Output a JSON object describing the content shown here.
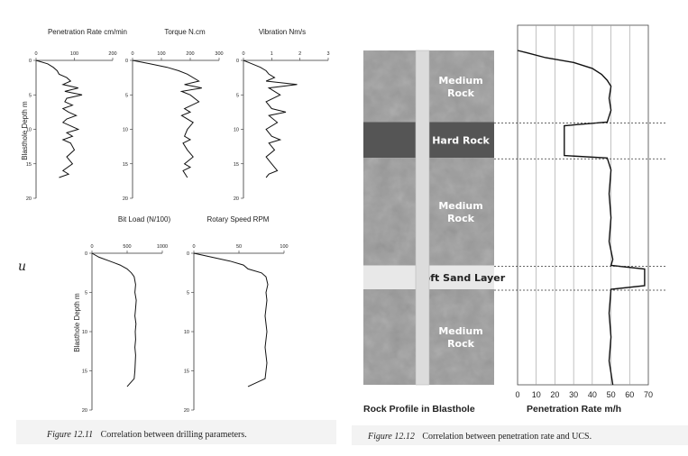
{
  "figure_1211": {
    "caption_label": "Figure 12.11",
    "caption_text": "Correlation between drilling parameters.",
    "ylabel": "Blasthole Depth m",
    "stray_mark": "u"
  },
  "figure_1212": {
    "caption_label": "Figure 12.12",
    "caption_text": "Correlation between penetration rate and UCS.",
    "left_title": "Rock Profile in Blasthole",
    "right_title": "Penetration Rate m/h",
    "layers": [
      {
        "label_top": "Medium",
        "label_bottom": "Rock",
        "from_m": 0,
        "to_m": 6,
        "color": "#9b9b9b"
      },
      {
        "label_top": "Hard Rock",
        "label_bottom": "",
        "from_m": 6,
        "to_m": 9,
        "color": "#555555"
      },
      {
        "label_top": "Medium",
        "label_bottom": "Rock",
        "from_m": 9,
        "to_m": 18,
        "color": "#9b9b9b"
      },
      {
        "label_top": "Soft Sand Layer",
        "label_bottom": "",
        "from_m": 18,
        "to_m": 20,
        "color": "#e8e8e8"
      },
      {
        "label_top": "Medium",
        "label_bottom": "Rock",
        "from_m": 20,
        "to_m": 28,
        "color": "#9b9b9b"
      }
    ]
  },
  "chart_data": [
    {
      "type": "line",
      "title": "Penetration Rate cm/min",
      "xlim": [
        0,
        200
      ],
      "ylim": [
        0,
        20
      ],
      "xticks": [
        0,
        100,
        200
      ],
      "yticks": [
        0,
        5,
        10,
        15,
        20
      ],
      "x": [
        0,
        30,
        45,
        55,
        60,
        80,
        90,
        70,
        110,
        75,
        120,
        80,
        75,
        95,
        70,
        85,
        105,
        80,
        70,
        90,
        110,
        80,
        95,
        70,
        90,
        100,
        80,
        95,
        70,
        85,
        60
      ],
      "y": [
        0,
        0.5,
        1,
        1.5,
        2,
        2.5,
        3,
        3.5,
        4,
        4.5,
        5,
        5.5,
        6,
        6.5,
        7,
        7.5,
        8,
        8.5,
        9,
        9.5,
        10,
        10.5,
        11,
        11.5,
        12,
        13,
        14,
        15,
        16,
        16.5,
        17
      ]
    },
    {
      "type": "line",
      "title": "Torque N.cm",
      "xlim": [
        0,
        300
      ],
      "ylim": [
        0,
        20
      ],
      "xticks": [
        0,
        100,
        200,
        300
      ],
      "yticks": [
        0,
        5,
        10,
        15,
        20
      ],
      "x": [
        0,
        60,
        120,
        160,
        190,
        230,
        180,
        240,
        170,
        200,
        230,
        180,
        200,
        170,
        210,
        190,
        180,
        200,
        175,
        190,
        210,
        180,
        200,
        175,
        190
      ],
      "y": [
        0,
        0.5,
        1,
        1.5,
        2,
        3,
        3.5,
        4,
        4.5,
        5,
        6,
        7,
        7.5,
        8,
        9,
        10,
        11,
        11.5,
        12,
        13,
        14,
        15,
        15.5,
        16,
        17
      ]
    },
    {
      "type": "line",
      "title": "Vibration Nm/s",
      "xlim": [
        0,
        3
      ],
      "ylim": [
        0,
        20
      ],
      "xticks": [
        0,
        1,
        2,
        3
      ],
      "yticks": [
        0,
        5,
        10,
        15,
        20
      ],
      "x": [
        0,
        0.3,
        0.6,
        0.8,
        0.9,
        1.1,
        0.8,
        1.9,
        0.9,
        1.3,
        0.8,
        1.0,
        1.5,
        0.9,
        1.2,
        0.8,
        1.0,
        1.3,
        0.9,
        1.1,
        0.8,
        1.0,
        1.2,
        0.9,
        0.8
      ],
      "y": [
        0,
        0.5,
        1,
        1.5,
        2,
        2.5,
        3,
        3.5,
        4,
        5,
        6,
        7,
        7.5,
        8,
        9,
        10,
        11,
        11.5,
        12,
        13,
        14,
        15,
        16,
        16.5,
        17
      ]
    },
    {
      "type": "line",
      "title": "Bit Load (N/100)",
      "xlim": [
        0,
        1000
      ],
      "ylim": [
        0,
        20
      ],
      "xticks": [
        0,
        500,
        1000
      ],
      "yticks": [
        0,
        5,
        10,
        15,
        20
      ],
      "x": [
        0,
        100,
        250,
        400,
        500,
        560,
        600,
        620,
        610,
        630,
        620,
        610,
        625,
        615,
        620,
        610,
        620,
        615,
        610,
        600,
        500
      ],
      "y": [
        0,
        0.5,
        1,
        1.5,
        2,
        2.5,
        3,
        4,
        5,
        6,
        7,
        8,
        9,
        10,
        11,
        12,
        13,
        14,
        15,
        16,
        17
      ]
    },
    {
      "type": "line",
      "title": "Rotary Speed RPM",
      "xlim": [
        0,
        100
      ],
      "ylim": [
        0,
        20
      ],
      "xticks": [
        0,
        50,
        100
      ],
      "yticks": [
        0,
        5,
        10,
        15,
        20
      ],
      "x": [
        0,
        20,
        40,
        55,
        60,
        75,
        80,
        82,
        80,
        81,
        80,
        79,
        80,
        81,
        80,
        79,
        80,
        81,
        80,
        79,
        60
      ],
      "y": [
        0,
        0.5,
        1,
        1.5,
        2,
        2.5,
        3,
        4,
        5,
        6,
        7,
        8,
        9,
        10,
        11,
        12,
        13,
        14,
        15,
        16,
        17
      ]
    },
    {
      "type": "line",
      "title": "",
      "xlabel": "Penetration Rate m/h",
      "xlim": [
        0,
        70
      ],
      "ylim": [
        0,
        28
      ],
      "xticks": [
        0,
        10,
        20,
        30,
        40,
        50,
        60,
        70
      ],
      "x": [
        0,
        5,
        15,
        30,
        40,
        45,
        48,
        50,
        49,
        50,
        49,
        48,
        25,
        25,
        48,
        50,
        49,
        50,
        49,
        51,
        50,
        68,
        68,
        50,
        49,
        50,
        49,
        50,
        51
      ],
      "y": [
        0,
        0.2,
        0.6,
        1.0,
        1.5,
        2.0,
        2.5,
        3.0,
        4.0,
        5.0,
        5.5,
        6.0,
        6.3,
        8.8,
        9.0,
        10.0,
        12.0,
        14.0,
        16.0,
        17.5,
        18.0,
        18.3,
        19.7,
        20.0,
        22.0,
        24.0,
        26.0,
        27.0,
        28.0
      ]
    }
  ]
}
